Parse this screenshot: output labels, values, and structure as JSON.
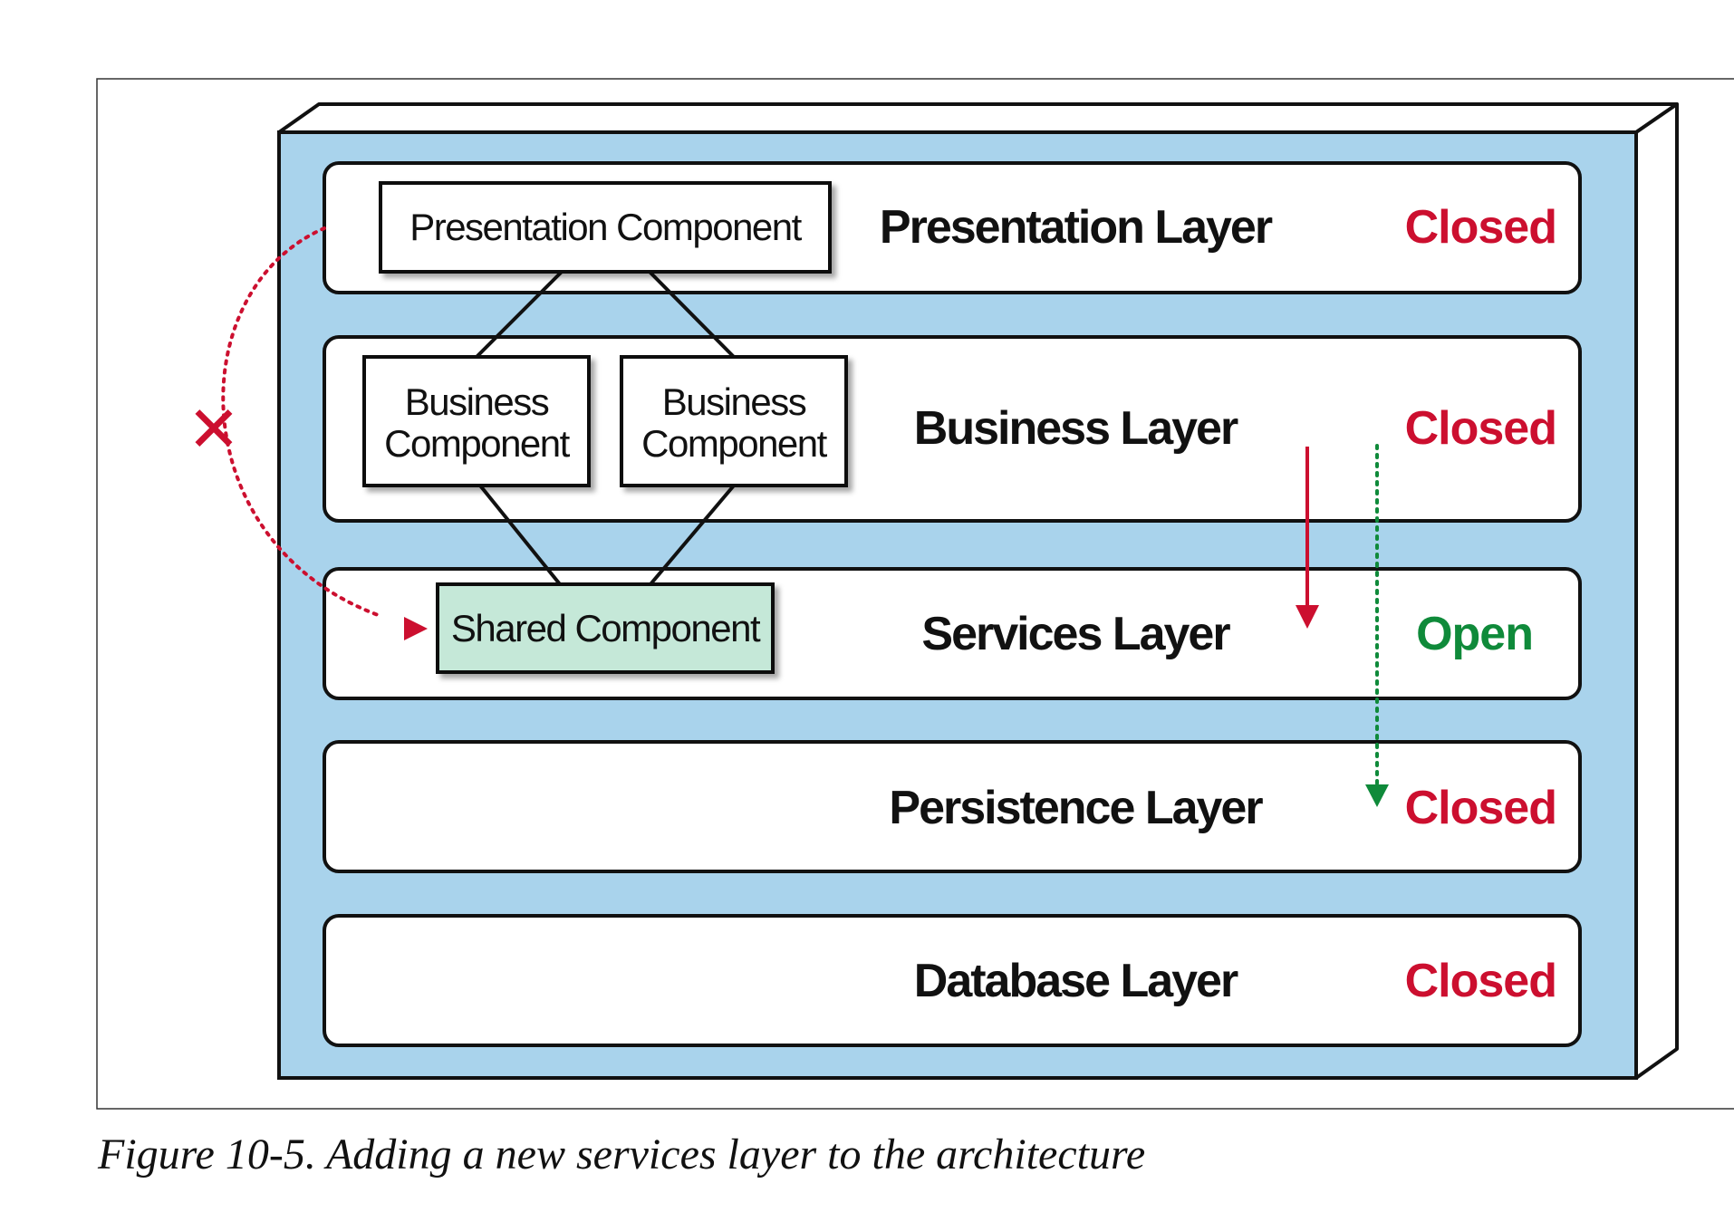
{
  "layers": [
    {
      "name": "Presentation Layer",
      "status": "Closed"
    },
    {
      "name": "Business Layer",
      "status": "Closed"
    },
    {
      "name": "Services Layer",
      "status": "Open"
    },
    {
      "name": "Persistence Layer",
      "status": "Closed"
    },
    {
      "name": "Database Layer",
      "status": "Closed"
    }
  ],
  "components": {
    "presentation": "Presentation Component",
    "business_1_line1": "Business",
    "business_1_line2": "Component",
    "business_2_line1": "Business",
    "business_2_line2": "Component",
    "shared": "Shared Component"
  },
  "cross_symbol": "✕",
  "caption": "Figure 10-5. Adding a new services layer to the architecture",
  "colors": {
    "container": "#a9d3ec",
    "shared_component": "#c5e8d8",
    "closed": "#cc0f2f",
    "open": "#0f8a3a"
  }
}
